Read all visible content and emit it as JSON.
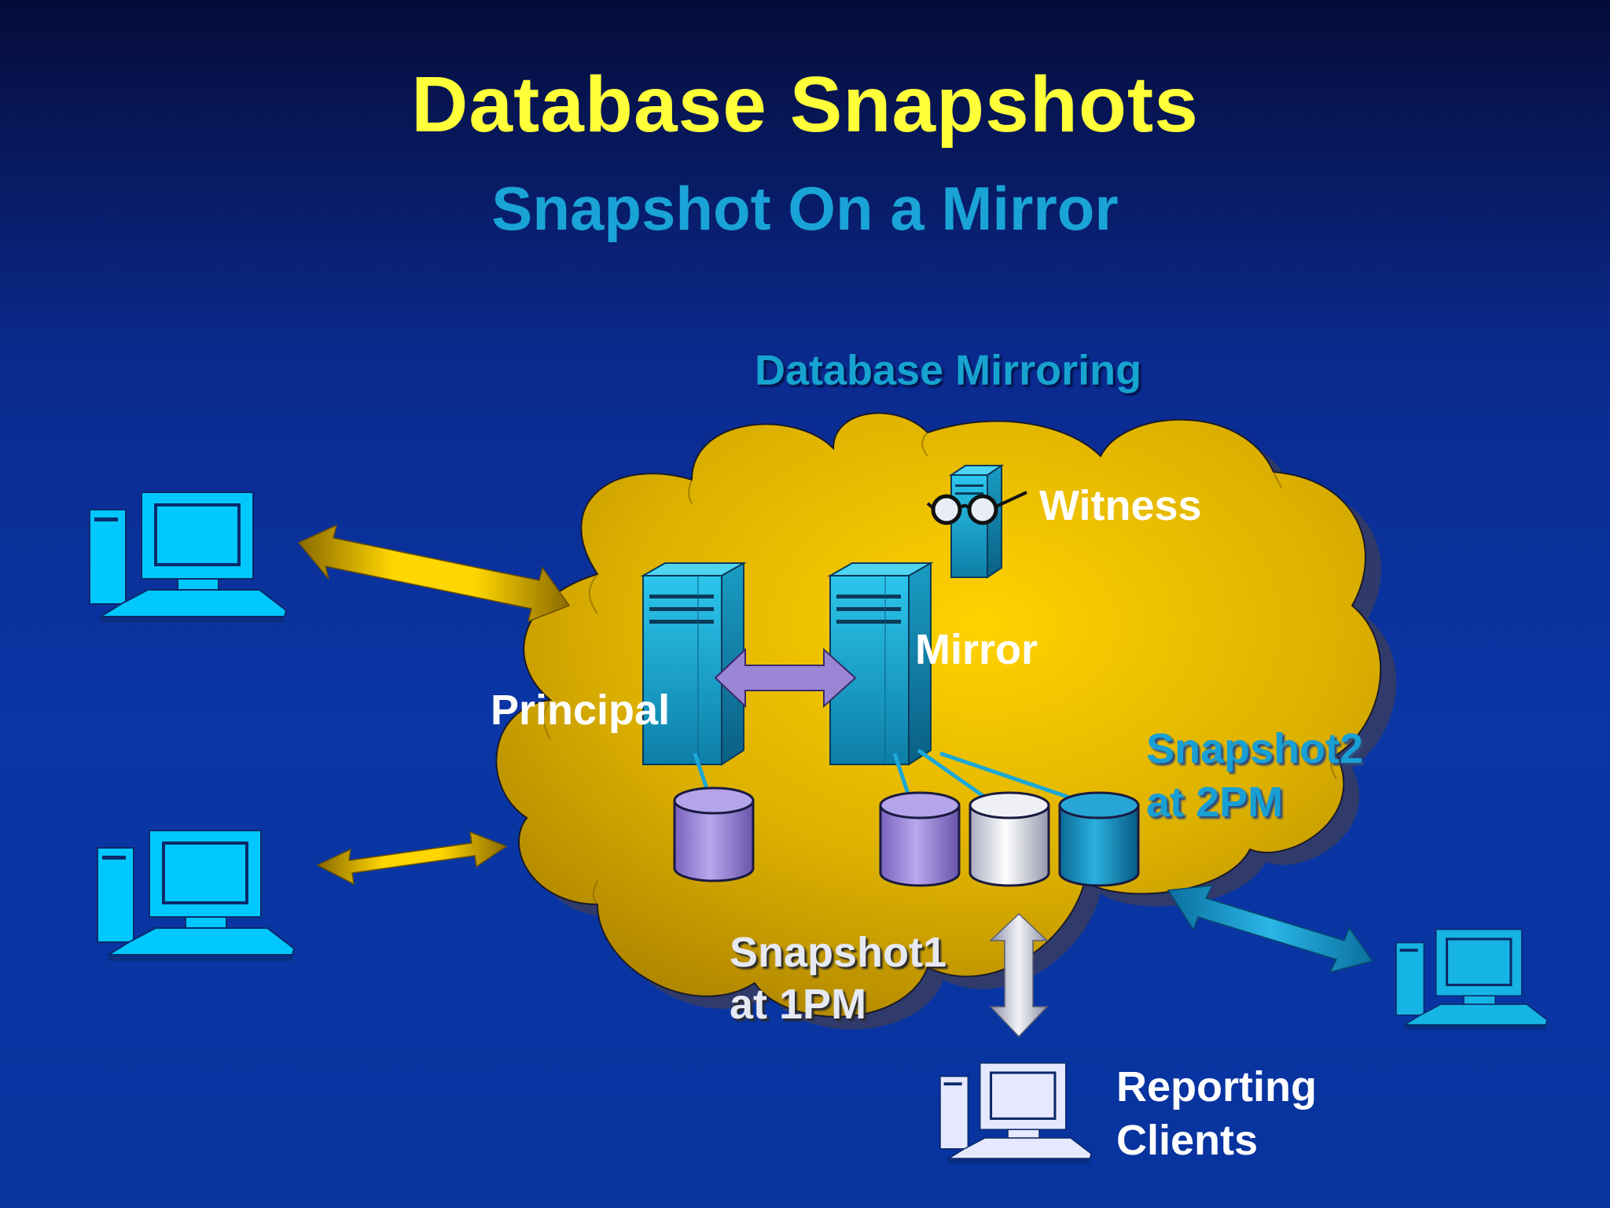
{
  "slide": {
    "title": "Database Snapshots",
    "subtitle": "Snapshot On a Mirror"
  },
  "labels": {
    "database_mirroring": "Database Mirroring",
    "witness": "Witness",
    "mirror": "Mirror",
    "principal": "Principal",
    "snapshot2_line1": "Snapshot2",
    "snapshot2_line2": "at 2PM",
    "snapshot1_line1": "Snapshot1",
    "snapshot1_line2": "at 1PM",
    "reporting_line1": "Reporting",
    "reporting_line2": "Clients"
  },
  "colors": {
    "title": "#ffff3a",
    "subtitle": "#1aa3d6",
    "cloud": "#e0b400",
    "server": "#18b0d8",
    "client_cyan": "#00c8ff",
    "reporting_client": "#e6e8ff",
    "db_purple": "#9480d0",
    "db_silver": "#d4d6e2",
    "db_blue": "#1388b8",
    "arrow_gold": "#d9b000",
    "arrow_purple": "#9a86d4",
    "arrow_teal": "#1a9fcf"
  },
  "icons": [
    "desktop-computer-icon",
    "server-tower-icon",
    "witness-server-glasses-icon",
    "database-cylinder-icon",
    "double-arrow-icon"
  ]
}
